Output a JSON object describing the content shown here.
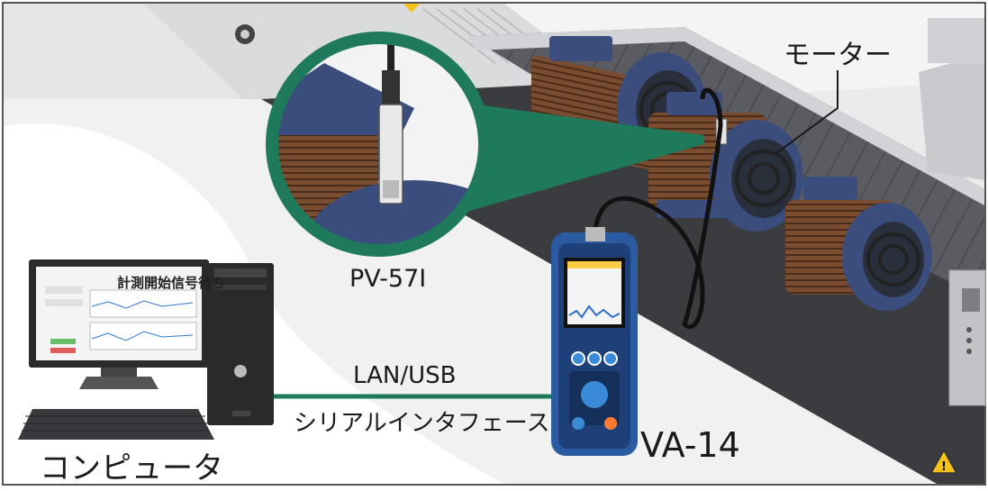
{
  "labels": {
    "motor": "モーター",
    "sensor": "PV-57I",
    "connection_line1": "LAN/USB",
    "connection_line2": "シリアルインタフェース",
    "analyzer": "VA-14",
    "computer": "コンピュータ"
  },
  "monitor": {
    "title": "計測開始信号待ち"
  },
  "colors": {
    "connector_green": "#1e7a5a",
    "motor_blue": "#3a4d7c",
    "motor_copper": "#8a5a3c",
    "device_blue": "#2a5aa0"
  }
}
